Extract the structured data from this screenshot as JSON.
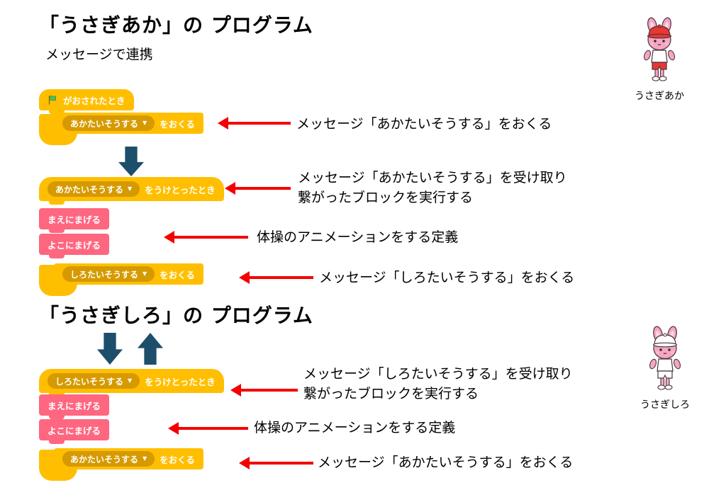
{
  "colors": {
    "block_yellow": "#FFBF00",
    "block_yellow_dark": "#D69A00",
    "block_pink": "#FF6680",
    "block_text": "#FFFFFF",
    "arrow_red": "#F40000",
    "arrow_navy": "#1D4E6B",
    "flag_green": "#4CBF56",
    "rabbit_skin": "#F7A6C1",
    "rabbit_red_accent": "#E8382F",
    "rabbit_white_accent": "#FFFFFF",
    "text": "#000000"
  },
  "ui": {
    "dropdown_caret": "▼"
  },
  "section_red": {
    "title": "「うさぎあか」の プログラム",
    "subtitle": "メッセージで連携",
    "character_label": "うさぎあか",
    "script_start": {
      "hat_label": "がおされたとき",
      "send_message": "あかたいそうする",
      "send_suffix": "をおくる"
    },
    "script_receive": {
      "receive_message": "あかたいそうする",
      "receive_suffix": "をうけとったとき",
      "custom_block_1": "まえにまげる",
      "custom_block_2": "よこにまげる",
      "send_message": "しろたいそうする",
      "send_suffix": "をおくる"
    },
    "annotations": {
      "send_first": "メッセージ「あかたいそうする」をおくる",
      "receive": "メッセージ「あかたいそうする」を受け取り\n繋がったブロックを実行する",
      "define": "体操のアニメーションをする定義",
      "send_next": "メッセージ「しろたいそうする」をおくる"
    }
  },
  "section_white": {
    "title": "「うさぎしろ」の プログラム",
    "character_label": "うさぎしろ",
    "script_receive": {
      "receive_message": "しろたいそうする",
      "receive_suffix": "をうけとったとき",
      "custom_block_1": "まえにまげる",
      "custom_block_2": "よこにまげる",
      "send_message": "あかたいそうする",
      "send_suffix": "をおくる"
    },
    "annotations": {
      "receive": "メッセージ「しろたいそうする」を受け取り\n繋がったブロックを実行する",
      "define": "体操のアニメーションをする定義",
      "send_next": "メッセージ「あかたいそうする」をおくる"
    }
  }
}
